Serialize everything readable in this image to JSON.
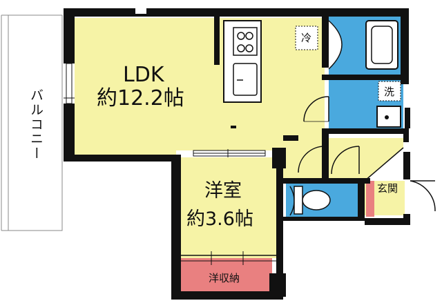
{
  "rooms": {
    "ldk": {
      "name": "LDK",
      "area": "約12.2帖"
    },
    "western": {
      "name": "洋室",
      "area": "約3.6帖"
    },
    "closet": {
      "name": "洋収納"
    },
    "entrance": {
      "name": "玄関"
    },
    "balcony": {
      "name": "バルコニー"
    }
  },
  "fixtures": {
    "fridge": "冷",
    "washer": "洗"
  },
  "colors": {
    "wall": "#111111",
    "living_floor": "#f6f3a6",
    "wet_area": "#4aa9de",
    "storage": "#e98080",
    "balcony": "#ffffff",
    "background": "#ffffff"
  }
}
